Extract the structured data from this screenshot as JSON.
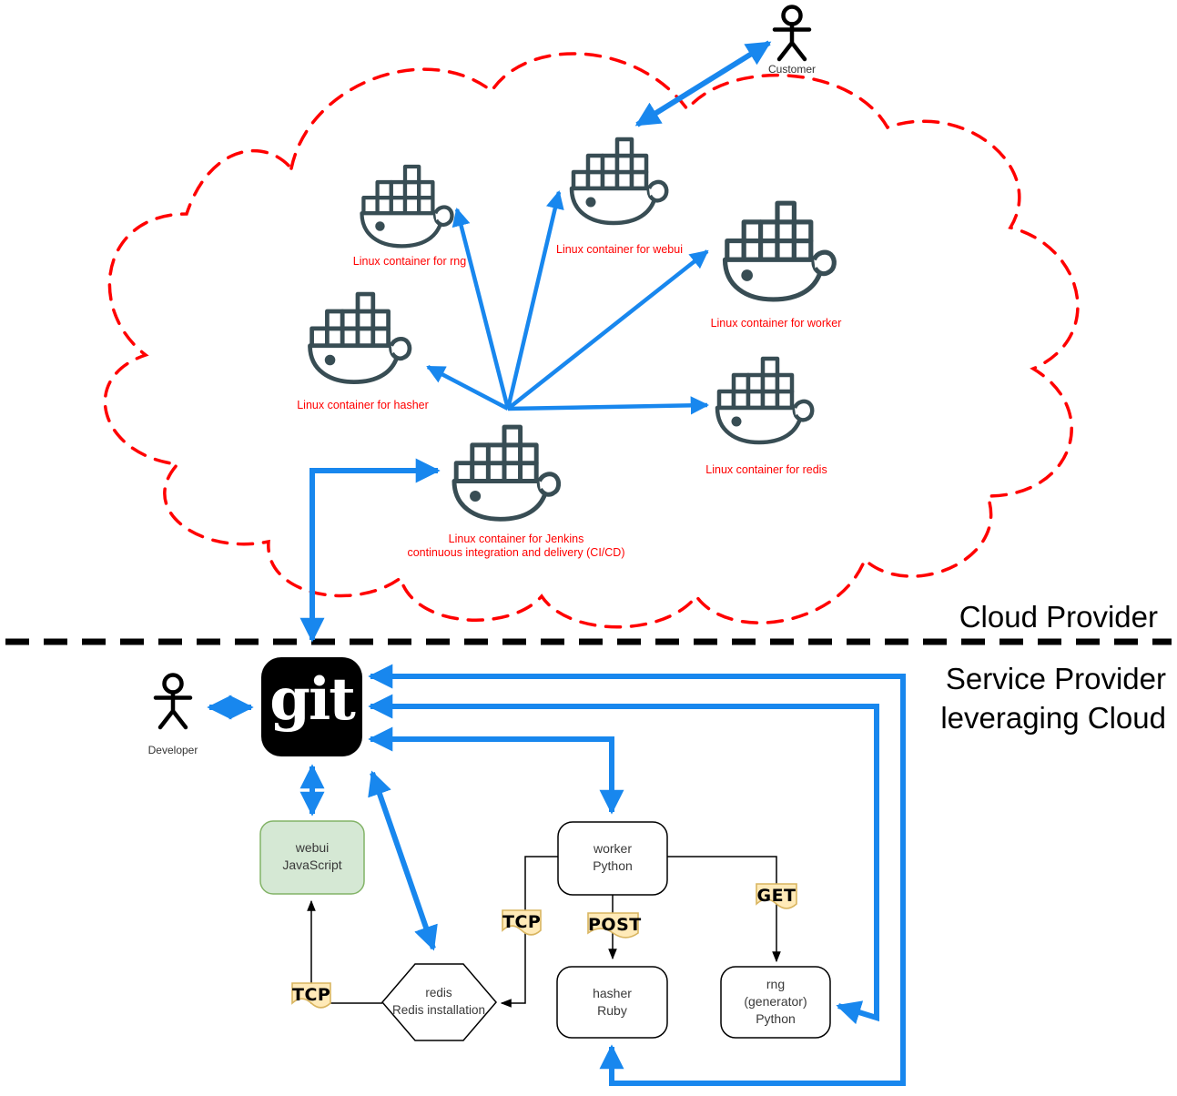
{
  "colors": {
    "blue": "#1887ee",
    "red": "#ff0000",
    "whale": "#384d54",
    "node_green_fill": "#d5e8d4",
    "node_green_border": "#82b366",
    "tape_fill": "#ffeab8",
    "tape_border": "#d9b560"
  },
  "cloud": {
    "region_label": "Cloud Provider",
    "customer_label": "Customer",
    "containers": {
      "rng": {
        "label": "Linux container for rng"
      },
      "webui": {
        "label": "Linux container for webui"
      },
      "worker": {
        "label": "Linux container for worker"
      },
      "hasher": {
        "label": "Linux container for hasher"
      },
      "redis": {
        "label": "Linux container for redis"
      },
      "jenkins": {
        "label": "Linux container for Jenkins",
        "label2": "continuous integration and delivery (CI/CD)"
      }
    }
  },
  "service": {
    "region_label_line1": "Service Provider",
    "region_label_line2": "leveraging Cloud",
    "developer_label": "Developer",
    "git_logo_text": "git",
    "nodes": {
      "webui": {
        "line1": "webui",
        "line2": "JavaScript"
      },
      "worker": {
        "line1": "worker",
        "line2": "Python"
      },
      "redis": {
        "line1": "redis",
        "line2": "Redis installation"
      },
      "hasher": {
        "line1": "hasher",
        "line2": "Ruby"
      },
      "rng": {
        "line1": "rng",
        "line2": "(generator)",
        "line3": "Python"
      }
    },
    "edge_labels": {
      "tcp_worker_redis": "TCP",
      "post": "POST",
      "get": "GET",
      "tcp_redis_webui": "TCP"
    }
  }
}
